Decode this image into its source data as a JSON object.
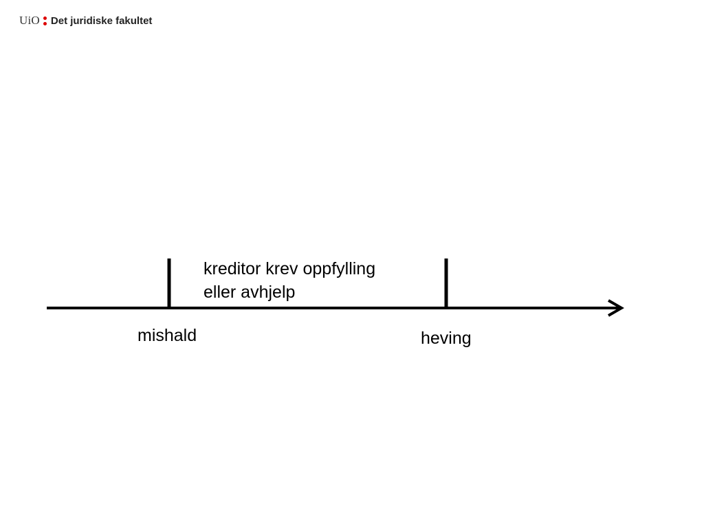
{
  "header": {
    "logo_text": "UiO",
    "faculty": "Det juridiske fakultet",
    "logo_icon": "uio-logo-icon"
  },
  "colors": {
    "logo_accent": "#dd0000",
    "line": "#000000"
  },
  "timeline": {
    "period_label_line1": "kreditor krev oppfylling",
    "period_label_line2": "eller avhjelp",
    "start_event": "mishald",
    "end_event": "heving"
  }
}
